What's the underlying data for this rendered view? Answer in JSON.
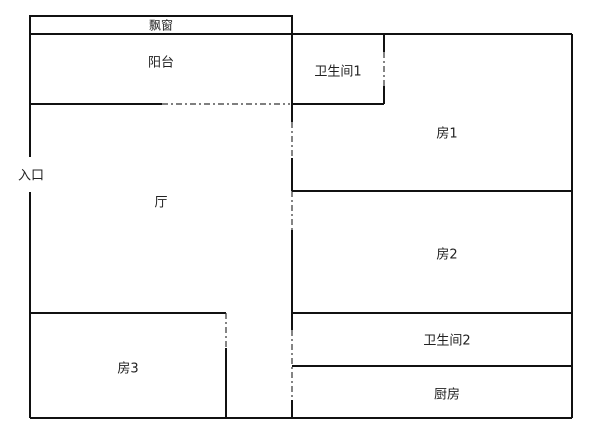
{
  "plan": {
    "rooms": {
      "bay_window": "飘窗",
      "balcony": "阳台",
      "bathroom1": "卫生间1",
      "bedroom1": "房1",
      "living": "厅",
      "bedroom2": "房2",
      "bathroom2": "卫生间2",
      "kitchen": "厨房",
      "bedroom3": "房3"
    },
    "entrance": "入口"
  }
}
